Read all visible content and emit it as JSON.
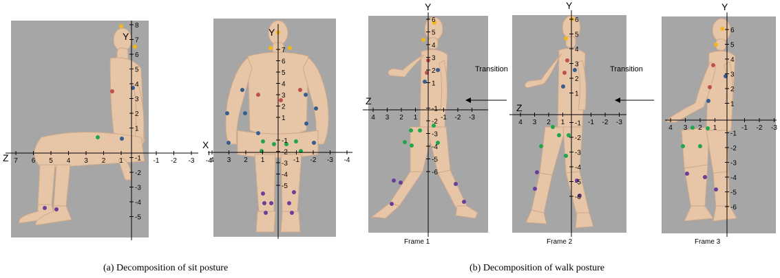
{
  "colors": {
    "panel_bg": "#a6a6a6",
    "body_skin": "#e7c6a8",
    "body_shade": "#cfa88a",
    "head_joint": "#f2b61a",
    "torso_joint": "#c0504d",
    "arm_joint": "#355d8f",
    "hip_joint": "#1fa64a",
    "leg_joint": "#6a3d9a"
  },
  "panels": [
    {
      "id": "sit-side",
      "h_axis": "Z",
      "v_axis": "Y",
      "h_ticks": [
        "7",
        "6",
        "5",
        "4",
        "3",
        "2",
        "1",
        "-1",
        "-2",
        "-3",
        "-4"
      ],
      "v_ticks": [
        "8",
        "7",
        "6",
        "5",
        "4",
        "3",
        "2",
        "1",
        "-1",
        "-2",
        "-3",
        "-4",
        "-5"
      ]
    },
    {
      "id": "sit-front",
      "h_axis": "X",
      "v_axis": "Y",
      "h_ticks": [
        "4",
        "3",
        "2",
        "1",
        "-1",
        "-2",
        "-3",
        "-4"
      ],
      "v_ticks": [
        "7",
        "6",
        "5",
        "4",
        "3",
        "2",
        "1",
        "-1",
        "-2",
        "-3",
        "-4",
        "-5"
      ]
    },
    {
      "id": "walk-frame-1",
      "h_axis": "Z",
      "v_axis": "Y",
      "label": "Frame 1",
      "h_ticks": [
        "4",
        "3",
        "2",
        "1",
        "-1",
        "-2",
        "-3"
      ],
      "v_ticks": [
        "6",
        "5",
        "4",
        "3",
        "2",
        "1",
        "-1",
        "-2",
        "-3",
        "-4",
        "-5",
        "-6"
      ]
    },
    {
      "id": "walk-frame-2",
      "h_axis": "Z",
      "v_axis": "Y",
      "label": "Frame 2",
      "h_ticks": [
        "4",
        "3",
        "2",
        "1",
        "-1",
        "-2",
        "-3"
      ],
      "v_ticks": [
        "6",
        "5",
        "4",
        "3",
        "2",
        "1",
        "-1",
        "-2",
        "-3",
        "-4",
        "-5",
        "-6"
      ]
    },
    {
      "id": "walk-frame-3",
      "h_axis": "Z",
      "v_axis": "Y",
      "label": "Frame 3",
      "h_ticks": [
        "4",
        "3",
        "2",
        "1",
        "-1",
        "-2",
        "-3"
      ],
      "v_ticks": [
        "6",
        "5",
        "4",
        "3",
        "2",
        "1",
        "-1",
        "-2",
        "-3",
        "-4",
        "-5",
        "-6"
      ]
    }
  ],
  "transitions": [
    "Transition",
    "Transition"
  ],
  "captions": {
    "a": "(a) Decomposition of sit posture",
    "b": "(b) Decomposition of walk posture"
  }
}
